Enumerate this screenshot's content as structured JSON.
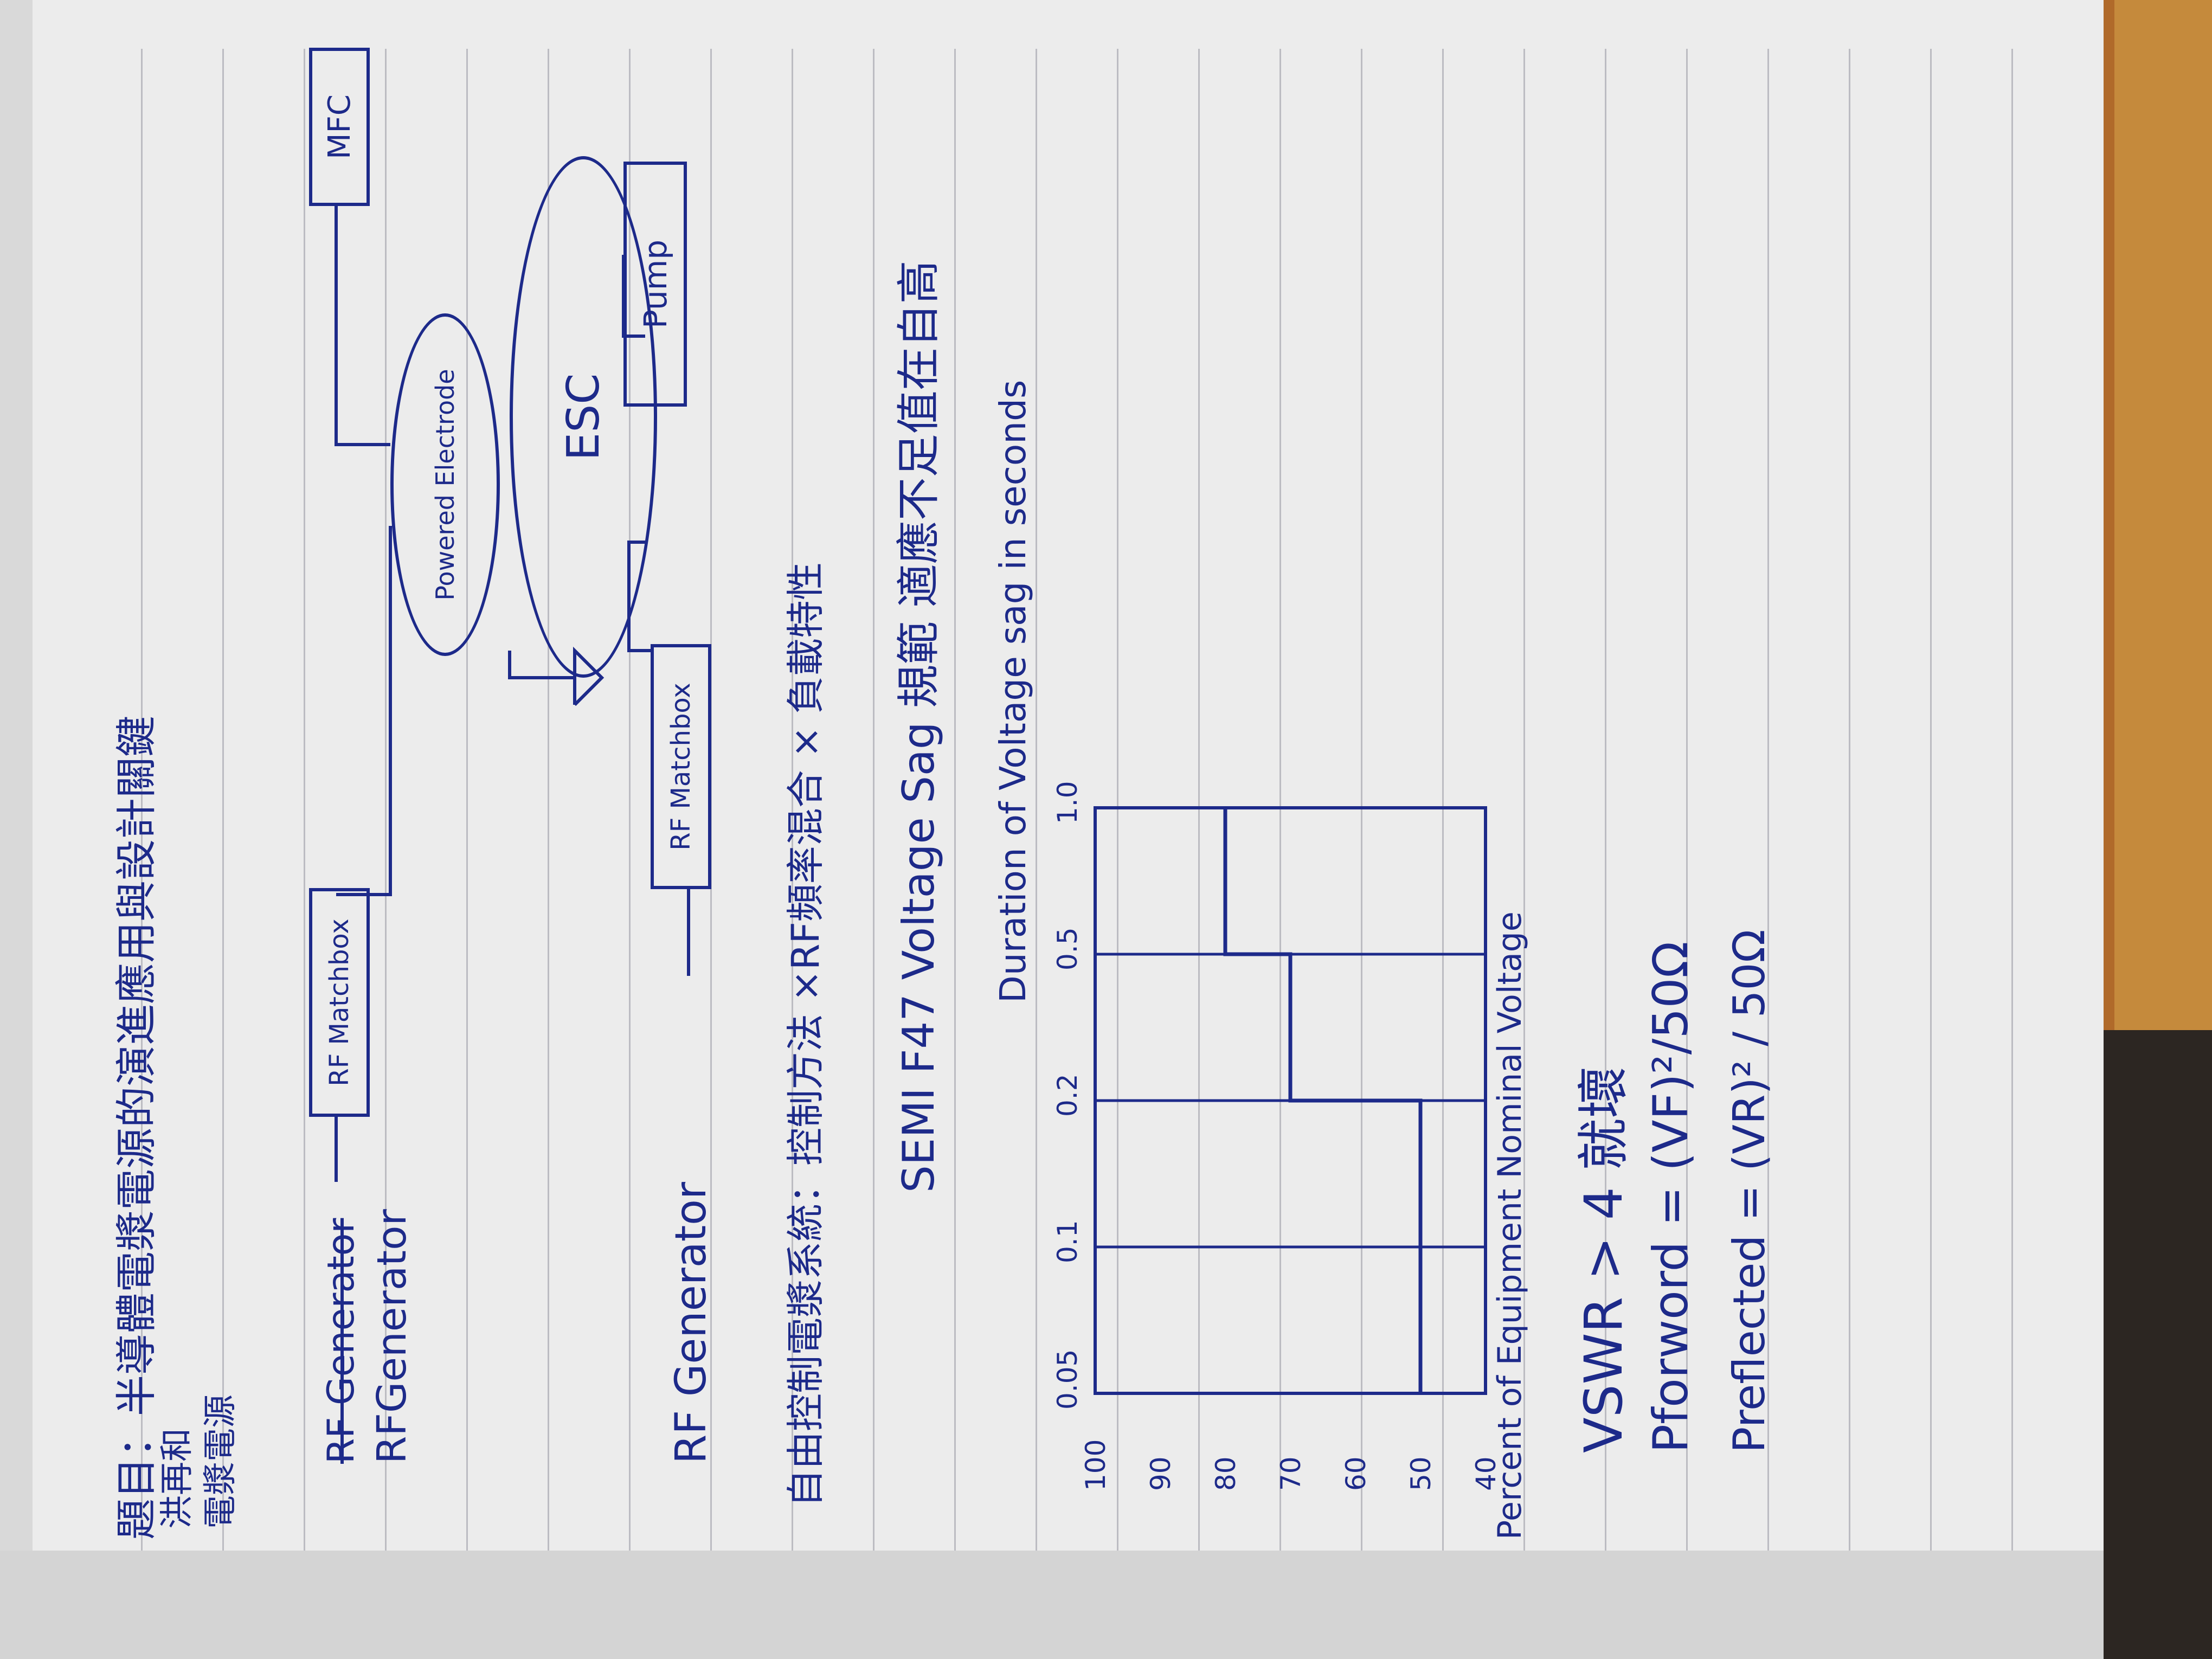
{
  "title_line": "題目：半導體電漿電源的演進應用與設計關鍵",
  "author": "洪再和",
  "subtitle": "電漿電源",
  "diagram": {
    "rf_generator_struck": "RF Generator",
    "rf_generator": "RFGenerator",
    "rf_matchbox_top": "RF Matchbox",
    "mfc": "MFC",
    "powered_electrode": "Powered Electrode",
    "esc": "ESC",
    "pump": "Pump",
    "rf_generator_2": "RF Generator",
    "rf_matchbox_bottom": "RF Matchbox"
  },
  "note_line": "自由控制電漿系統：控制方法 ×RF頻率混合 × 負載特性",
  "semi_line": "SEMI F47 Voltage Sag 規範 適應不足值在自高",
  "chart_data": {
    "type": "step",
    "title": "SEMI F47 Voltage Sag",
    "xlabel": "Duration of Voltage sag in seconds",
    "ylabel": "Percent of Equipment Nominal Voltage",
    "x_ticks": [
      "0.05",
      "0.1",
      "0.2",
      "0.5",
      "1.0"
    ],
    "y_ticks": [
      "100",
      "90",
      "80",
      "70",
      "60",
      "50",
      "40"
    ],
    "step_curve": [
      {
        "x": "0.05",
        "y": 50
      },
      {
        "x": "0.2",
        "y": 50
      },
      {
        "x": "0.2",
        "y": 70
      },
      {
        "x": "0.5",
        "y": 70
      },
      {
        "x": "0.5",
        "y": 80
      },
      {
        "x": "1.0",
        "y": 80
      }
    ]
  },
  "formulas": {
    "vswr": "VSWR > 4 就壞",
    "pforward": "Pforword = (VF)²/50Ω",
    "preflected": "Preflected = (VR)² / 50Ω"
  }
}
